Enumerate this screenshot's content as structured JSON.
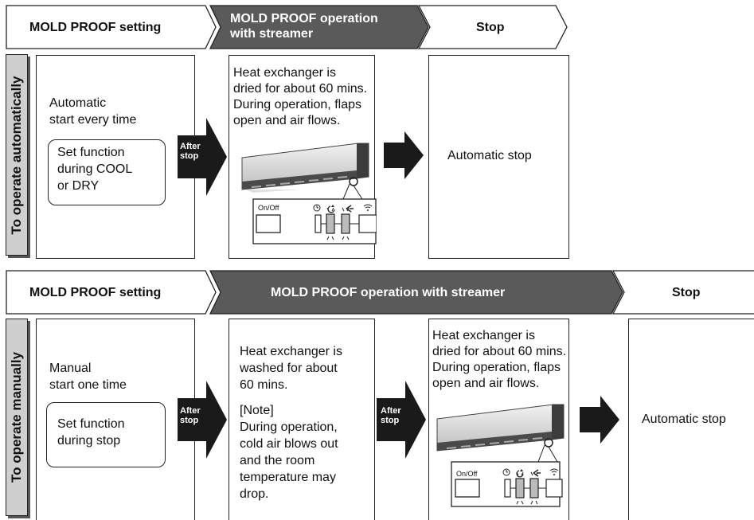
{
  "auto_section": {
    "steps": [
      "MOLD PROOF setting",
      "MOLD PROOF operation\nwith streamer",
      "Stop"
    ],
    "side_label": "To operate automatically",
    "setting_text": "Automatic\nstart every time",
    "setting_function": "Set function\nduring COOL\nor DRY",
    "after_stop": "After\nstop",
    "operation_text": "Heat exchanger is\ndried for about 60 mins.\nDuring operation, flaps\nopen and air flows.",
    "stop_text": "Automatic stop",
    "panel_onoff": "On/Off"
  },
  "manual_section": {
    "steps": [
      "MOLD PROOF setting",
      "MOLD PROOF operation with streamer",
      "Stop"
    ],
    "side_label": "To operate manually",
    "setting_text": "Manual\nstart one time",
    "setting_function": "Set function\nduring stop",
    "after_stop_1": "After\nstop",
    "wash_text": "Heat exchanger is\nwashed for about\n60 mins.",
    "note_text": "[Note]\nDuring operation,\ncold air blows out\nand the room\ntemperature may\ndrop.",
    "after_stop_2": "After\nstop",
    "dry_text": "Heat exchanger is\ndried for about 60 mins.\nDuring operation, flaps\nopen and air flows.",
    "stop_text": "Automatic stop",
    "panel_onoff": "On/Off"
  },
  "colors": {
    "active_step": "#5a5a5a",
    "side_label_bg": "#cfcfcf",
    "arrow": "#1a1a1a"
  },
  "icons": [
    "clock-icon",
    "streamer-icon",
    "mold-proof-icon",
    "wifi-icon"
  ]
}
